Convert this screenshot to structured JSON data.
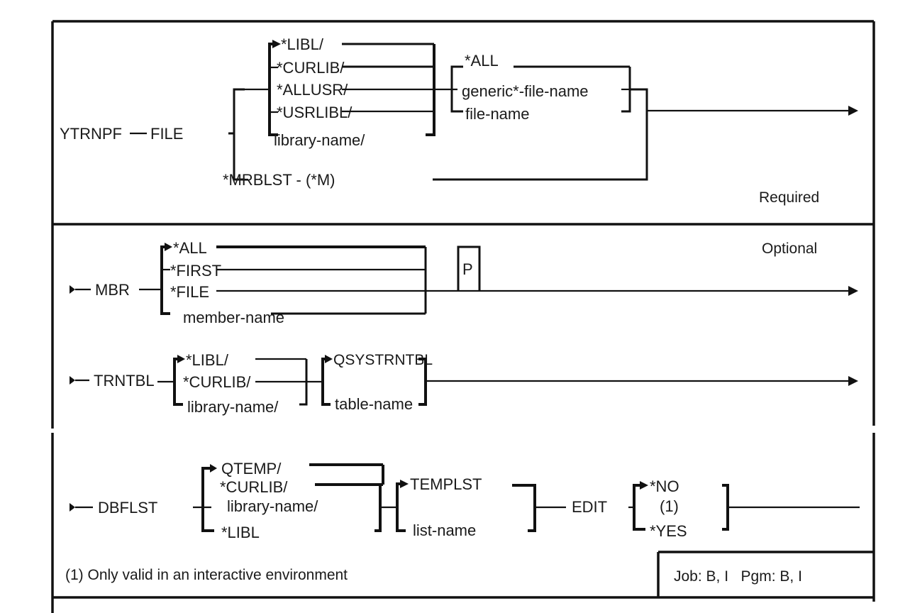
{
  "diagram": {
    "command": "YTRNPF",
    "sections": {
      "file": {
        "keyword": "FILE",
        "library_options": [
          "*LIBL/",
          "*CURLIB/",
          "*ALLUSR/",
          "*USRLIBL/",
          "library-name/"
        ],
        "file_options": [
          "*ALL",
          "generic*-file-name",
          "file-name"
        ],
        "alt_option": "*MRBLST - (*M)",
        "status": "Required"
      },
      "mbr": {
        "keyword": "MBR",
        "options": [
          "*ALL",
          "*FIRST",
          "*FILE",
          "member-name"
        ],
        "positional_marker": "P",
        "status": "Optional"
      },
      "trntbl": {
        "keyword": "TRNTBL",
        "library_options": [
          "*LIBL/",
          "*CURLIB/",
          "library-name/"
        ],
        "table_options": [
          "QSYSTRNTBL",
          "table-name"
        ]
      },
      "dbflst": {
        "keyword": "DBFLST",
        "library_options": [
          "QTEMP/",
          "*CURLIB/",
          "library-name/",
          "*LIBL"
        ],
        "list_options": [
          "TEMPLST",
          "list-name"
        ]
      },
      "edit": {
        "keyword": "EDIT",
        "options": [
          "*NO",
          "(1)",
          "*YES"
        ]
      }
    },
    "footnote": "(1) Only valid in an interactive environment",
    "applicability": "Job: B, I   Pgm: B, I"
  }
}
